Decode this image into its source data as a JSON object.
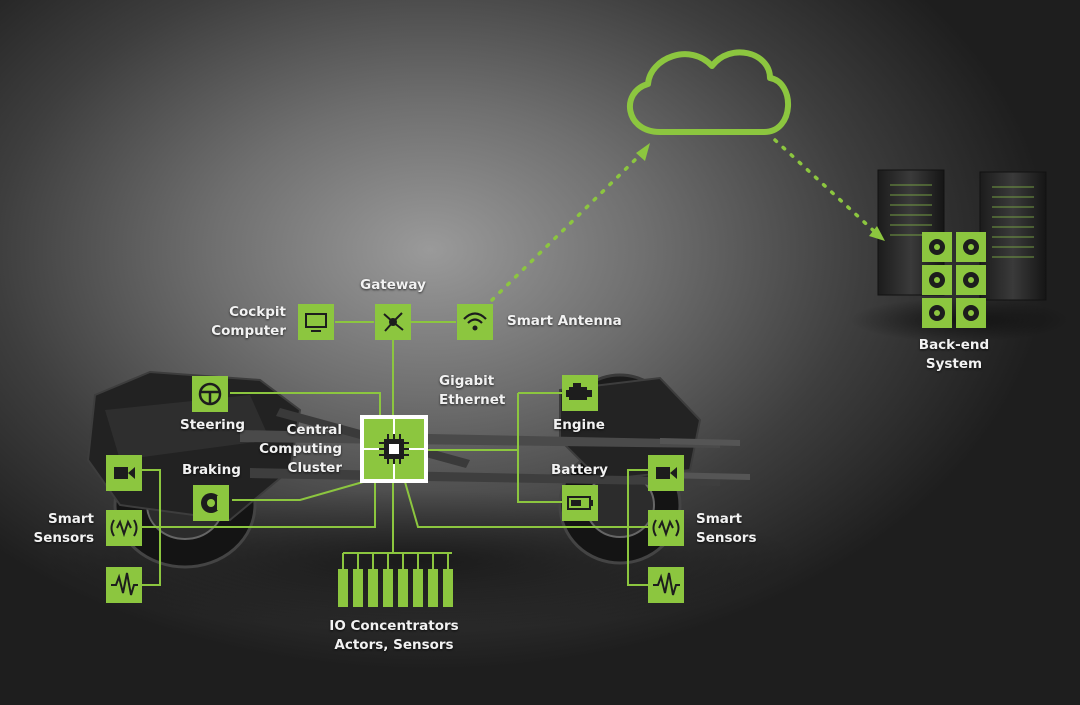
{
  "labels": {
    "gateway": "Gateway",
    "cockpit_l1": "Cockpit",
    "cockpit_l2": "Computer",
    "smart_antenna": "Smart Antenna",
    "gigabit_l1": "Gigabit",
    "gigabit_l2": "Ethernet",
    "steering": "Steering",
    "braking": "Braking",
    "central_l1": "Central",
    "central_l2": "Computing",
    "central_l3": "Cluster",
    "engine": "Engine",
    "battery": "Battery",
    "sensors_left_l1": "Smart",
    "sensors_left_l2": "Sensors",
    "sensors_right_l1": "Smart",
    "sensors_right_l2": "Sensors",
    "io_l1": "IO Concentrators",
    "io_l2": "Actors, Sensors",
    "backend_l1": "Back-end",
    "backend_l2": "System"
  },
  "colors": {
    "accent": "#8cc63f",
    "accent_dark": "#5f8f2a",
    "text": "#f2f2f2"
  },
  "icons": [
    "cloud-icon",
    "server-icon",
    "gear-icon",
    "monitor-icon",
    "network-hub-icon",
    "wifi-icon",
    "steering-wheel-icon",
    "brake-icon",
    "chip-icon",
    "engine-icon",
    "battery-icon",
    "camera-icon",
    "radar-sensor-icon",
    "waveform-icon"
  ]
}
